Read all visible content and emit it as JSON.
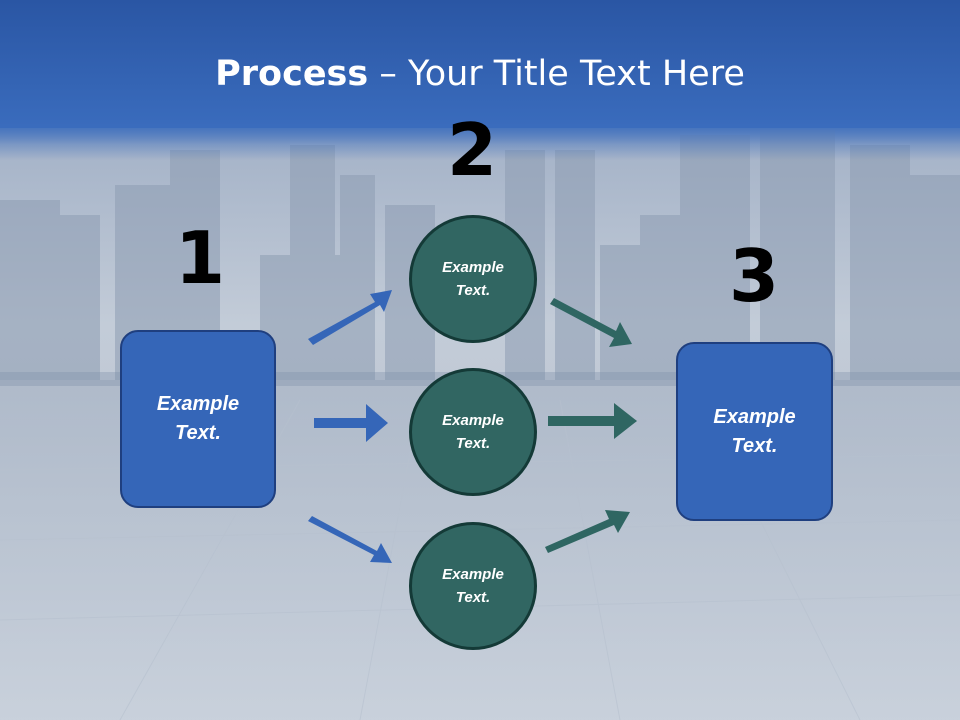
{
  "slide": {
    "title_bold": "Process",
    "title_rest": " – Your Title Text Here"
  },
  "steps": [
    {
      "number": "1"
    },
    {
      "number": "2"
    },
    {
      "number": "3"
    }
  ],
  "boxes": {
    "left": {
      "line1": "Example",
      "line2": "Text."
    },
    "right": {
      "line1": "Example",
      "line2": "Text."
    }
  },
  "circles": [
    {
      "line1": "Example",
      "line2": "Text."
    },
    {
      "line1": "Example",
      "line2": "Text."
    },
    {
      "line1": "Example",
      "line2": "Text."
    }
  ],
  "colors": {
    "header_blue": "#2f5fae",
    "box_blue": "#3566b8",
    "circle_teal": "#316662",
    "arrow_blue": "#3566b8",
    "arrow_teal": "#2f6662"
  }
}
